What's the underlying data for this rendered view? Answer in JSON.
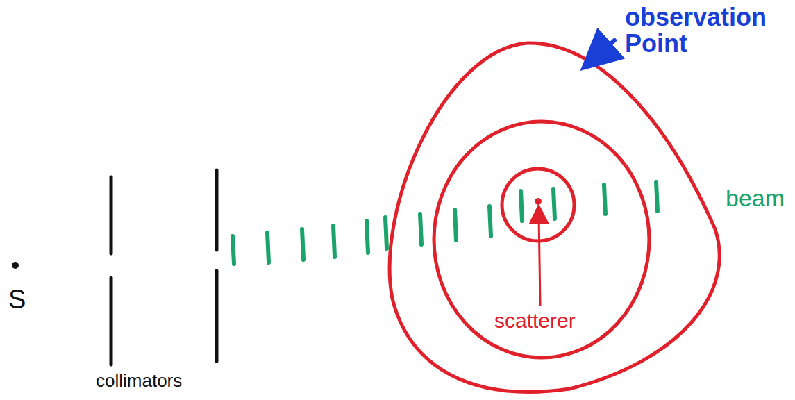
{
  "diagram": {
    "labels": [
      "S",
      "collimators",
      "beam",
      "scatterer",
      "observation Point"
    ]
  }
}
